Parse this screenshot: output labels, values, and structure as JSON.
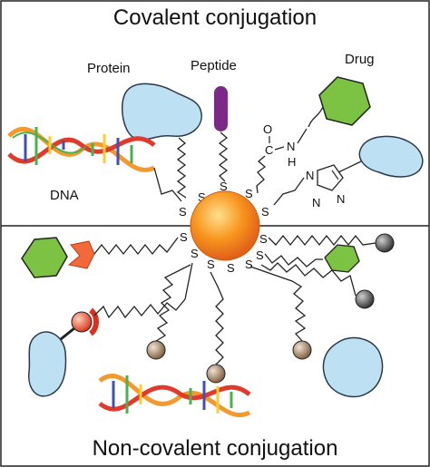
{
  "titles": {
    "covalent": "Covalent conjugation",
    "noncovalent": "Non-covalent conjugation"
  },
  "labels": {
    "protein": "Protein",
    "peptide": "Peptide",
    "drug": "Drug",
    "dna": "DNA"
  },
  "atoms": {
    "sulfur": "S",
    "carbon": "C",
    "oxygen": "O",
    "nitrogen": "N",
    "hydrogen": "H"
  },
  "colors": {
    "nanoparticle": "#f7941d",
    "protein": "#bde1f3",
    "peptide": "#7a2a86",
    "drug": "#7cc243",
    "bead_gray": "#555555",
    "bead_tan": "#a08060",
    "bead_red": "#e85030"
  }
}
